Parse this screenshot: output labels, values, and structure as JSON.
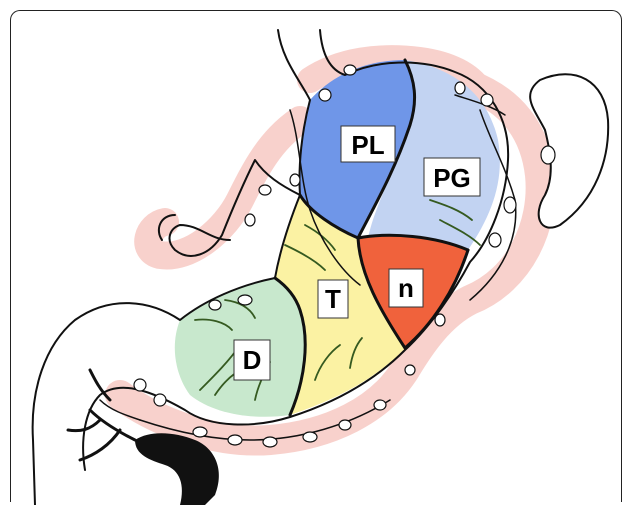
{
  "figure": {
    "regions": [
      {
        "id": "PL",
        "label": "PL",
        "color": "#6f96e8"
      },
      {
        "id": "PG",
        "label": "PG",
        "color": "#c2d3f2"
      },
      {
        "id": "n",
        "label": "n",
        "color": "#f0623c"
      },
      {
        "id": "T",
        "label": "T",
        "color": "#fbf2a3"
      },
      {
        "id": "D",
        "label": "D",
        "color": "#c8e8cd"
      }
    ],
    "colors": {
      "outline": "#111111",
      "lymph_zone": "#f6c2bb",
      "vessel_green": "#355a20",
      "vessel_dark": "#111111"
    }
  }
}
